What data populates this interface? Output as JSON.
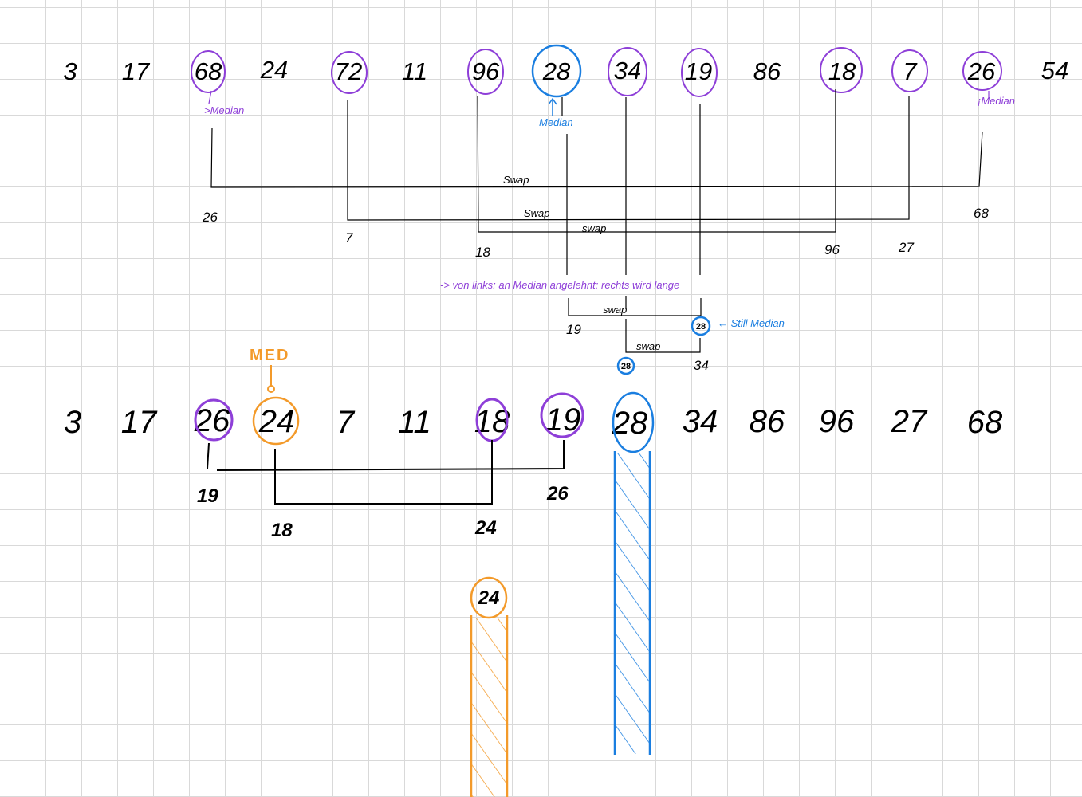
{
  "row1": {
    "numbers": [
      "3",
      "17",
      "68",
      "24",
      "72",
      "11",
      "96",
      "28",
      "34",
      "19",
      "86",
      "18",
      "7",
      "26",
      "54"
    ]
  },
  "annotations1": {
    "median_left": ">Median",
    "median_center": "Median",
    "median_right": "¡Median",
    "swap1": "Swap",
    "swap2": "Swap",
    "swap3": "swap",
    "swap4": "swap",
    "swap5": "swap",
    "sort_note": "-> von links: an Median angelehnt: rechts wird lange",
    "still_median": "← Still Median"
  },
  "swap_results1": {
    "r26": "26",
    "r68": "68",
    "r7": "7",
    "r27": "27",
    "r18": "18",
    "r96": "96",
    "r19": "19",
    "r28a": "28",
    "r28b": "28",
    "r34": "34"
  },
  "med_label": "MED",
  "row2": {
    "numbers": [
      "3",
      "17",
      "26",
      "24",
      "7",
      "11",
      "18",
      "19",
      "28",
      "34",
      "86",
      "96",
      "27",
      "68"
    ]
  },
  "swap_results2": {
    "r19": "19",
    "r26": "26",
    "r18": "18",
    "r24": "24",
    "r24_pivot": "24"
  },
  "colors": {
    "purple": "#8e3fd8",
    "blue": "#1a7ee0",
    "orange": "#f39a2a",
    "grid": "#d9d9d9"
  }
}
